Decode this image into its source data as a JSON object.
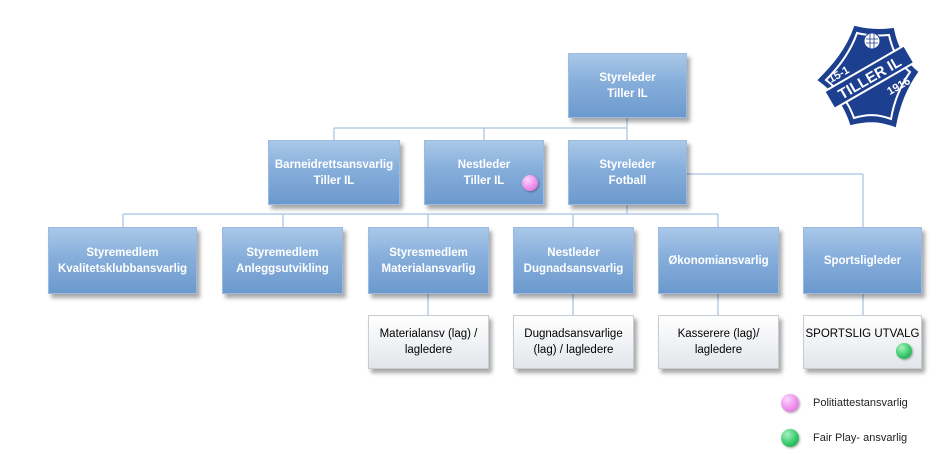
{
  "nodes": {
    "top": [
      "Styreleder",
      "Tiller IL"
    ],
    "barneidrett": [
      "Barneidrettsansvarlig",
      "Tiller IL"
    ],
    "nestleder_il": [
      "Nestleder",
      "Tiller IL"
    ],
    "styreleder_fotball": [
      "Styreleder",
      "Fotball"
    ],
    "kvalitet": [
      "Styremedlem",
      "Kvalitetsklubbansvarlig"
    ],
    "anlegg": [
      "Styremedlem",
      "Anleggsutvikling"
    ],
    "material": [
      "Styresmedlem",
      "Materialansvarlig"
    ],
    "dugnad": [
      "Nestleder",
      "Dugnadsansvarlig"
    ],
    "okonomi": [
      "Økonomiansvarlig"
    ],
    "sportsligleder": [
      "Sportsligleder"
    ],
    "materialansv_lag": [
      "Materialansv (lag) /",
      "lagledere"
    ],
    "dugnadsansv_lag": [
      "Dugnadsansvarlige",
      "(lag) / lagledere"
    ],
    "kasserere": [
      "Kasserere (lag)/",
      "lagledere"
    ],
    "sportslig_utvalg": [
      "SPORTSLIG UTVALG"
    ]
  },
  "legend": [
    {
      "label": "Politiattestansvarlig",
      "color": "#ee8fee"
    },
    {
      "label": "Fair Play- ansvarlig",
      "color": "#37c96a"
    }
  ],
  "logo": {
    "name": "TILLER IL",
    "left_number": "15-1",
    "year": "1916",
    "colors": {
      "primary": "#1d3f8f",
      "secondary": "#ffffff"
    }
  }
}
